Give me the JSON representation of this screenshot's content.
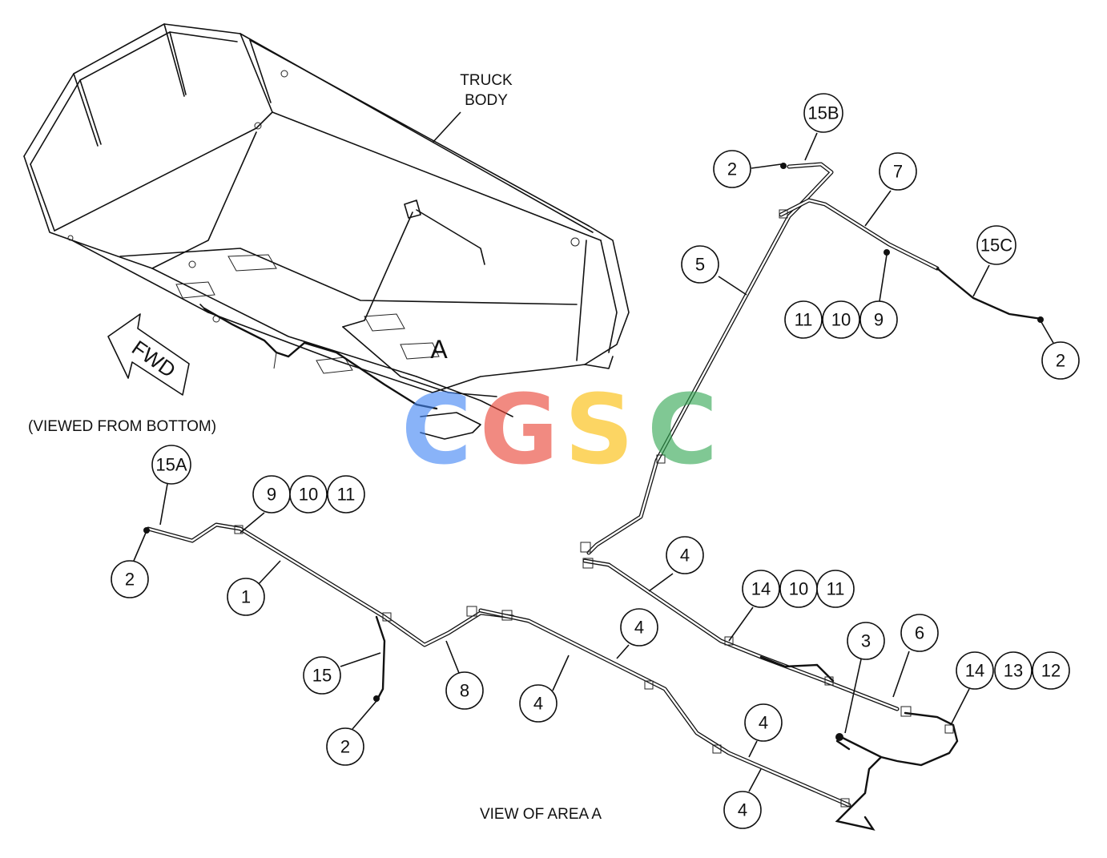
{
  "labels": {
    "truck_body_line1": "TRUCK",
    "truck_body_line2": "BODY",
    "viewed_from": "(VIEWED FROM BOTTOM)",
    "fwd": "FWD",
    "area_marker": "A",
    "view_caption": "VIEW OF AREA A"
  },
  "watermark": {
    "letters": [
      "C",
      "G",
      "S",
      "C"
    ],
    "colors": [
      "#4285f4",
      "#ea4335",
      "#fbbc05",
      "#34a853"
    ]
  },
  "callouts": [
    {
      "id": "c-15b",
      "text": "15B"
    },
    {
      "id": "c-2-top",
      "text": "2"
    },
    {
      "id": "c-7",
      "text": "7"
    },
    {
      "id": "c-5",
      "text": "5"
    },
    {
      "id": "c-15c",
      "text": "15C"
    },
    {
      "id": "c-11-upper",
      "text": "11"
    },
    {
      "id": "c-10-upper",
      "text": "10"
    },
    {
      "id": "c-9-upper",
      "text": "9"
    },
    {
      "id": "c-2-right",
      "text": "2"
    },
    {
      "id": "c-15a",
      "text": "15A"
    },
    {
      "id": "c-9-left",
      "text": "9"
    },
    {
      "id": "c-10-left",
      "text": "10"
    },
    {
      "id": "c-11-left",
      "text": "11"
    },
    {
      "id": "c-2-left",
      "text": "2"
    },
    {
      "id": "c-1",
      "text": "1"
    },
    {
      "id": "c-4-a",
      "text": "4"
    },
    {
      "id": "c-14-a",
      "text": "14"
    },
    {
      "id": "c-10-a",
      "text": "10"
    },
    {
      "id": "c-11-a",
      "text": "11"
    },
    {
      "id": "c-4-b",
      "text": "4"
    },
    {
      "id": "c-3",
      "text": "3"
    },
    {
      "id": "c-6",
      "text": "6"
    },
    {
      "id": "c-14-b",
      "text": "14"
    },
    {
      "id": "c-13",
      "text": "13"
    },
    {
      "id": "c-12",
      "text": "12"
    },
    {
      "id": "c-15",
      "text": "15"
    },
    {
      "id": "c-8",
      "text": "8"
    },
    {
      "id": "c-4-c",
      "text": "4"
    },
    {
      "id": "c-2-bottom",
      "text": "2"
    },
    {
      "id": "c-4-d",
      "text": "4"
    },
    {
      "id": "c-4-e",
      "text": "4"
    }
  ]
}
